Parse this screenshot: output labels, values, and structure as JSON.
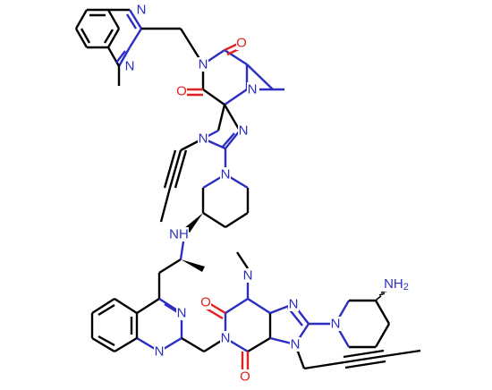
{
  "colors": {
    "carbon": "#000000",
    "nitrogen": "#2b2ec1",
    "oxygen": "#e0211f",
    "background": "#ffffff"
  },
  "atoms": {
    "nitrogen": "N",
    "oxygen": "O",
    "secondary_amine": "NH",
    "primary_amine": "NH2",
    "primary_amine_main": "NH",
    "primary_amine_sub": "2"
  }
}
